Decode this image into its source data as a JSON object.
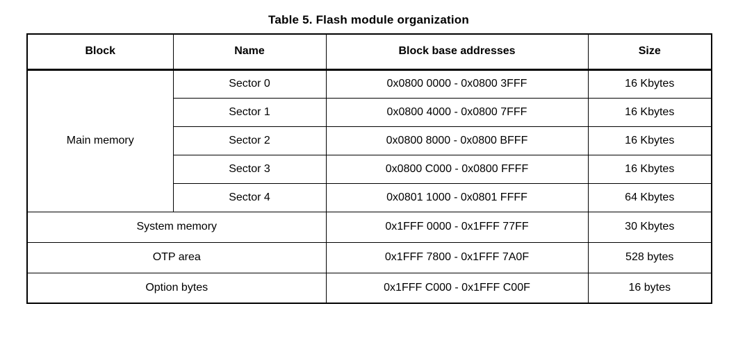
{
  "title": "Table 5. Flash module organization",
  "colors": {
    "text": "#000000",
    "border": "#000000",
    "background": "#ffffff"
  },
  "table": {
    "headers": [
      "Block",
      "Name",
      "Block base addresses",
      "Size"
    ],
    "main_memory": {
      "block": "Main memory",
      "rows": [
        {
          "name": "Sector 0",
          "addresses": "0x0800 0000 - 0x0800 3FFF",
          "size": "16 Kbytes"
        },
        {
          "name": "Sector 1",
          "addresses": "0x0800 4000 - 0x0800 7FFF",
          "size": "16 Kbytes"
        },
        {
          "name": "Sector 2",
          "addresses": "0x0800 8000 - 0x0800 BFFF",
          "size": "16 Kbytes"
        },
        {
          "name": "Sector 3",
          "addresses": "0x0800 C000 - 0x0800 FFFF",
          "size": "16 Kbytes"
        },
        {
          "name": "Sector 4",
          "addresses": "0x0801 1000 - 0x0801 FFFF",
          "size": "64 Kbytes"
        }
      ]
    },
    "other_rows": [
      {
        "block": "System memory",
        "addresses": "0x1FFF 0000 - 0x1FFF 77FF",
        "size": "30 Kbytes"
      },
      {
        "block": "OTP area",
        "addresses": "0x1FFF 7800 - 0x1FFF 7A0F",
        "size": "528 bytes"
      },
      {
        "block": "Option bytes",
        "addresses": "0x1FFF C000 - 0x1FFF C00F",
        "size": "16 bytes"
      }
    ]
  }
}
